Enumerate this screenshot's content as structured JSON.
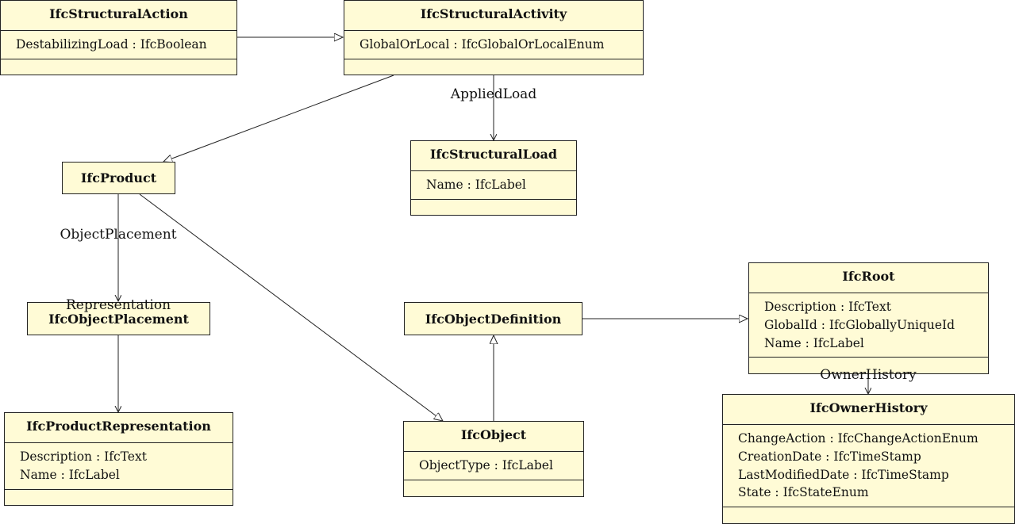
{
  "classes": {
    "structural_action": {
      "name": "IfcStructuralAction",
      "attributes": [
        "DestabilizingLoad : IfcBoolean"
      ]
    },
    "structural_activity": {
      "name": "IfcStructuralActivity",
      "attributes": [
        "GlobalOrLocal : IfcGlobalOrLocalEnum"
      ]
    },
    "structural_load": {
      "name": "IfcStructuralLoad",
      "attributes": [
        "Name : IfcLabel"
      ]
    },
    "product": {
      "name": "IfcProduct",
      "attributes": []
    },
    "object_placement": {
      "name": "IfcObjectPlacement",
      "attributes": []
    },
    "product_representation": {
      "name": "IfcProductRepresentation",
      "attributes": [
        "Description : IfcText",
        "Name : IfcLabel"
      ]
    },
    "object_definition": {
      "name": "IfcObjectDefinition",
      "attributes": []
    },
    "object": {
      "name": "IfcObject",
      "attributes": [
        "ObjectType : IfcLabel"
      ]
    },
    "root": {
      "name": "IfcRoot",
      "attributes": [
        "Description : IfcText",
        "GlobalId : IfcGloballyUniqueId",
        "Name : IfcLabel"
      ]
    },
    "owner_history": {
      "name": "IfcOwnerHistory",
      "attributes": [
        "ChangeAction : IfcChangeActionEnum",
        "CreationDate : IfcTimeStamp",
        "LastModifiedDate : IfcTimeStamp",
        "State : IfcStateEnum"
      ]
    }
  },
  "edge_labels": {
    "applied_load": "AppliedLoad",
    "object_placement": "ObjectPlacement",
    "representation": "Representation",
    "owner_history": "OwnerHistory"
  },
  "colors": {
    "class_fill": "#fffbd6",
    "stroke": "#222222"
  }
}
